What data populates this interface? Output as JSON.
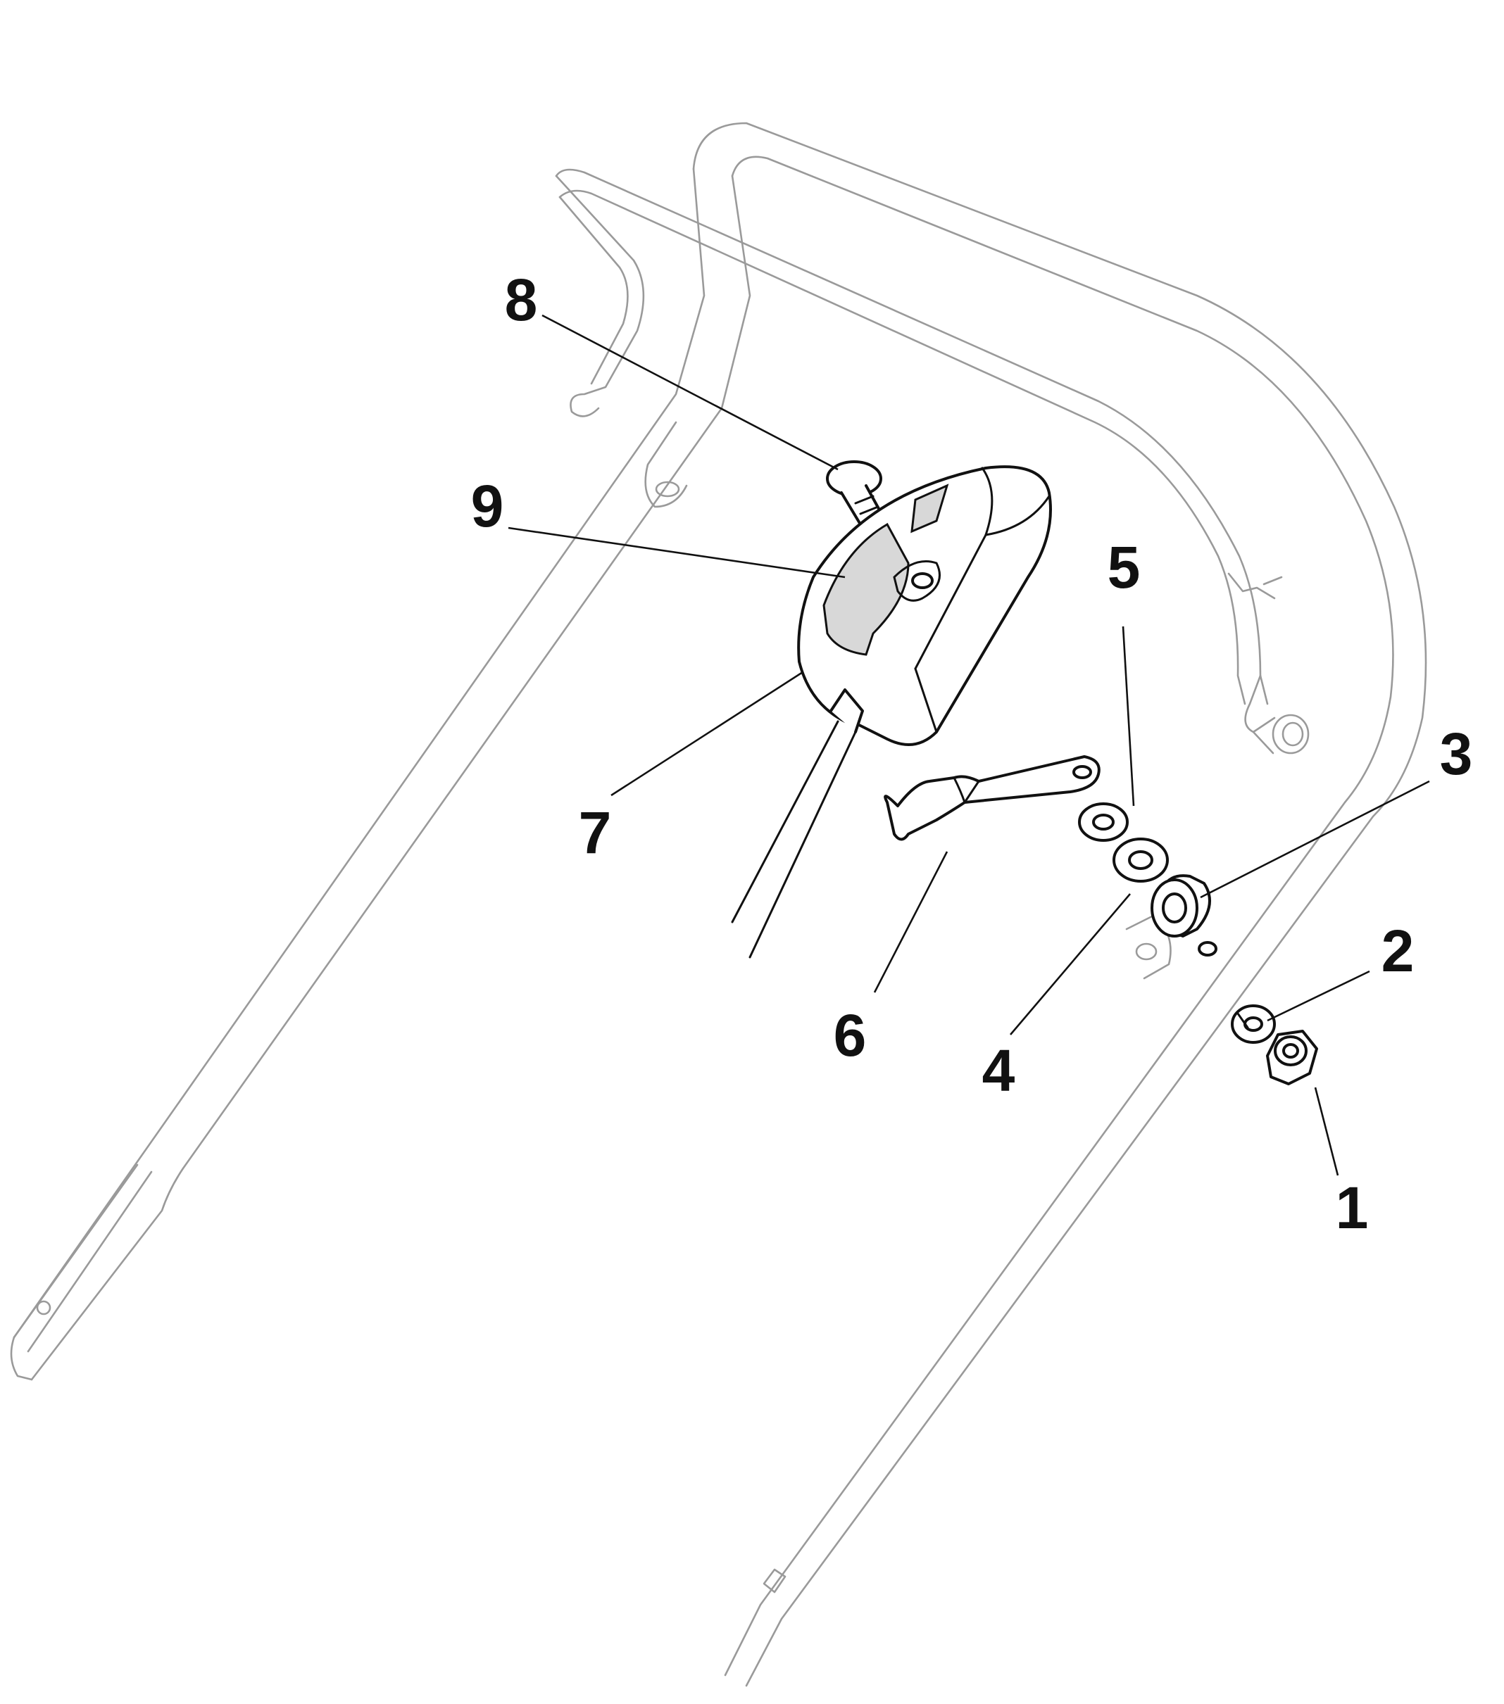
{
  "callouts": [
    {
      "label": "1"
    },
    {
      "label": "2"
    },
    {
      "label": "3"
    },
    {
      "label": "4"
    },
    {
      "label": "5"
    },
    {
      "label": "6"
    },
    {
      "label": "7"
    },
    {
      "label": "8"
    },
    {
      "label": "9"
    }
  ],
  "colors": {
    "line_art": "#111111",
    "frame_ghost": "#9a9a9a",
    "plate_shade": "#d8d8d8",
    "background": "#ffffff"
  }
}
